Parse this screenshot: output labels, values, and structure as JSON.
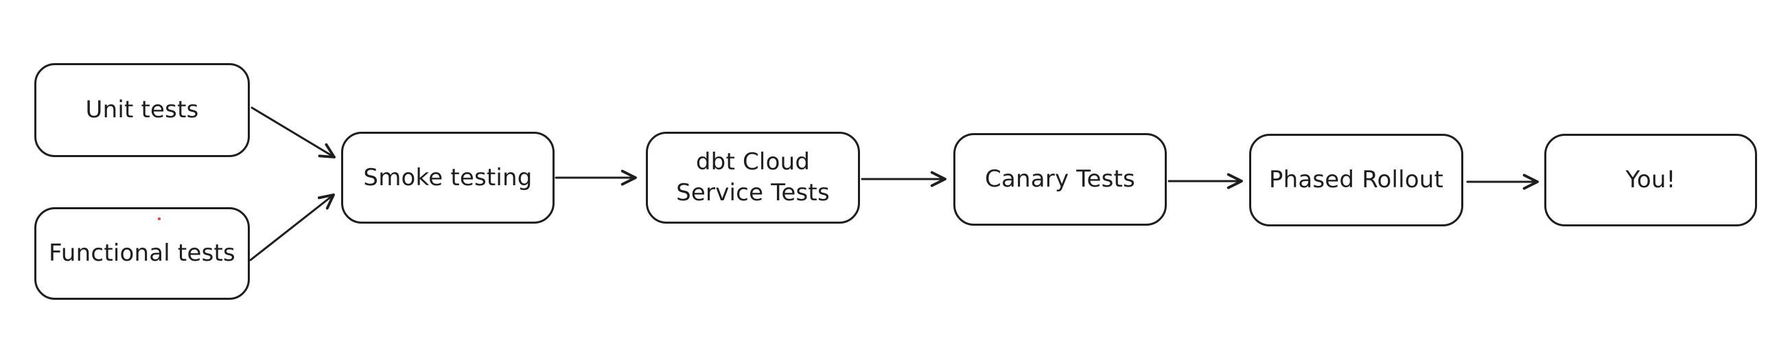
{
  "diagram": {
    "type": "flowchart",
    "style": "hand-drawn",
    "background_color": "#ffffff",
    "stroke_color": "#1e1e1e",
    "node_fill_color": "#ffffff",
    "artifact_dot_color": "#d25454",
    "nodes": [
      {
        "id": "unit-tests",
        "label": "Unit tests"
      },
      {
        "id": "functional-tests",
        "label": "Functional tests"
      },
      {
        "id": "smoke-testing",
        "label": "Smoke testing"
      },
      {
        "id": "dbt-cloud-service-tests",
        "label": "dbt Cloud\nService Tests"
      },
      {
        "id": "canary-tests",
        "label": "Canary Tests"
      },
      {
        "id": "phased-rollout",
        "label": "Phased Rollout"
      },
      {
        "id": "you",
        "label": "You!"
      }
    ],
    "edges": [
      {
        "from": "unit-tests",
        "to": "smoke-testing"
      },
      {
        "from": "functional-tests",
        "to": "smoke-testing"
      },
      {
        "from": "smoke-testing",
        "to": "dbt-cloud-service-tests"
      },
      {
        "from": "dbt-cloud-service-tests",
        "to": "canary-tests"
      },
      {
        "from": "canary-tests",
        "to": "phased-rollout"
      },
      {
        "from": "phased-rollout",
        "to": "you"
      }
    ]
  }
}
